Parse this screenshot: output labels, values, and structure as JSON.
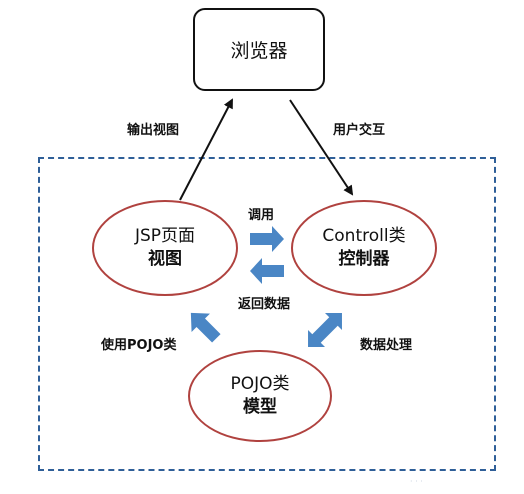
{
  "browser": {
    "label": "浏览器"
  },
  "nodes": {
    "jsp": {
      "line1": "JSP页面",
      "line2": "视图"
    },
    "controller": {
      "line1": "Controll类",
      "line2": "控制器"
    },
    "pojo": {
      "line1": "POJO类",
      "line2": "模型"
    }
  },
  "edges": {
    "output_view": "输出视图",
    "user_interaction": "用户交互",
    "call": "调用",
    "return_data": "返回数据",
    "use_pojo": "使用POJO类",
    "data_processing": "数据处理"
  },
  "colors": {
    "ellipse_border": "#b0423f",
    "frame": "#2f5f98",
    "block_arrow": "#4a86c5",
    "line_arrow": "#111111"
  },
  "watermark": "· · ·"
}
